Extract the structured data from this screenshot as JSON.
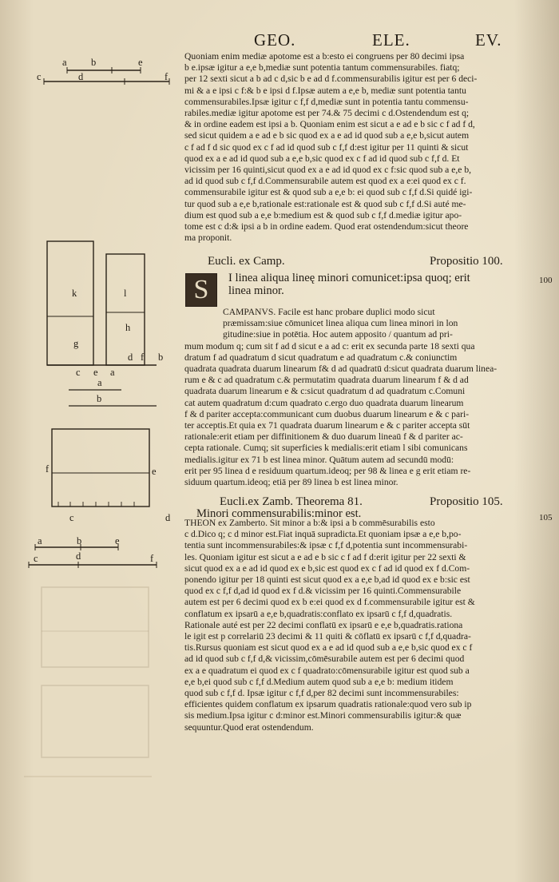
{
  "header": {
    "left": "GEO.",
    "center": "ELE.",
    "right": "EV."
  },
  "block1": {
    "lines": [
      "Quoniam enim mediæ apotome est a b:esto ei congruens per 80 decimi ipsa",
      "b e.ipsæ igitur a e,e b,mediæ sunt potentia tantum commensurabiles. fiatq;",
      "per 12 sexti sicut a b ad c d,sic b e ad d f.commensurabilis igitur est per 6 deci-",
      "mi & a e ipsi c f:& b e ipsi d f.Ipsæ autem a e,e b, mediæ sunt potentia tantu",
      "commensurabiles.Ipsæ igitur c f,f d,mediæ sunt in potentia tantu commensu-",
      "rabiles.mediæ igitur apotome est per 74.& 75 decimi c d.Ostendendum est q;",
      "& in ordine eadem est ipsi a b. Quoniam enim est sicut a e ad e b sic c f ad f d,",
      "sed sicut quidem a e ad e b sic quod ex a e ad id quod sub a e,e b,sicut autem",
      "c f ad f d sic quod ex c f ad id quod sub c f,f d:est igitur per 11 quinti & sicut",
      "quod ex a e ad id quod sub a e,e b,sic quod ex c f ad id quod sub c f,f d. Et",
      "vicissim per 16 quinti,sicut quod ex a e ad id quod ex c f:sic quod sub a e,e b,",
      "ad id quod sub c f,f d.Commensurabile autem est quod ex a e:ei quod ex c f.",
      "commensurabile igitur est & quod sub a e,e b: ei quod sub c f,f d.Si quidé igi-",
      "tur quod sub a e,e b,rationale est:rationale est & quod sub c f,f d.Si auté me-",
      "dium est quod sub a e,e b:medium est & quod sub c f,f d.mediæ igitur apo-",
      "tome est c d:& ipsi a b in ordine eadem. Quod erat ostendendum:sicut theore",
      "ma proponit."
    ]
  },
  "section1": {
    "left": "Eucli. ex Camp.",
    "right": "Propositio 100."
  },
  "prop1": {
    "drop_cap": "S",
    "lines": [
      "I linea aliqua lineę minori comunicet:ipsa quoq; erit",
      "linea minor."
    ],
    "margin_number": "100"
  },
  "block2": {
    "lines": [
      "CAMPANVS. Facile est hanc probare duplici modo sicut",
      "præmissam:siue cōmunicet linea aliqua cum linea minori in lon",
      "gitudine:siue in potētia. Hoc autem apposito / quantum ad pri-",
      "mum modum q; cum sit f ad d sicut e a ad c: erit ex secunda parte 18 sexti qua",
      "dratum f ad quadratum d sicut quadratum e ad quadratum c.& coniunctim",
      "quadrata quadrata duarum linearum f& d ad quadratū d:sicut quadrata duarum linea-",
      "rum e & c ad quadratum c.& permutatim quadrata duarum linearum f & d ad",
      "quadrata duarum linearum e & c:sicut quadratum d ad quadratum c.Comuni",
      "cat autem quadratum d:cum quadrato c.ergo duo quadrata duarum linearum",
      "f & d pariter accepta:communicant cum duobus duarum linearum e & c pari-",
      "ter acceptis.Et quia ex 71 quadrata duarum linearum e & c pariter accepta sūt",
      "rationale:erit etiam per diffinitionem & duo duarum lineaū f & d pariter ac-",
      "cepta rationale. Cumq; sit superficies k medialis:erit etiam l sibi comunicans",
      "medialis.igitur ex 71 b est linea minor. Quātum autem ad secundū modū:",
      "erit per 95 linea d e residuum quartum.ideoq; per 98 & linea e g erit etiam re-",
      "siduum quartum.ideoq; etiā per 89 linea b est linea minor."
    ]
  },
  "section2": {
    "left": "Eucli.ex Zamb. Theorema 81.",
    "right": "Propositio 105."
  },
  "prop2": {
    "text": "Minori commensurabilis:minor est.",
    "margin_number": "105"
  },
  "block3": {
    "lines": [
      "THEON ex Zamberto. Sit minor a b:& ipsi a b commēsurabilis esto",
      "c d.Dico q; c d minor est.Fiat inquā supradicta.Et quoniam ipsæ a e,e b,po-",
      "tentia sunt incommensurabiles:& ipsæ c f,f d,potentia sunt incommensurabi-",
      "les. Quoniam igitur est sicut a e ad e b sic c f ad f d:erit igitur per 22 sexti &",
      "sicut quod ex a e ad id quod ex e b,sic est quod ex c f ad id quod ex f d.Com-",
      "ponendo igitur per 18 quinti est sicut quod ex a e,e b,ad id quod ex e b:sic est",
      "quod ex c f,f d,ad id quod ex f d.& vicissim per 16 quinti.Commensurabile",
      "autem est per 6 decimi quod ex b e:ei quod ex d f.commensurabile igitur est &",
      "conflatum ex ipsarū a e,e b,quadratis:conflato ex ipsarū c f,f d,quadratis.",
      "Rationale auté est per 22 decimi conflatū ex ipsarū e e,e b,quadratis.rationa",
      "le igit est p correlariū 23 decimi & 11 quiti & cōflatū ex ipsarū c f,f d,quadra-",
      "tis.Rursus quoniam est sicut quod ex a e ad id quod sub a e,e b,sic quod ex c f",
      "ad id quod sub c f,f d,& vicissim,cōmēsurabile autem est per 6 decimi quod",
      "ex a e quadratum ei quod ex c f quadrato:cōmensurabile igitur est quod sub a",
      "e,e b,ei quod sub c f,f d.Medium autem quod sub a e,e b: medium itidem",
      "quod sub c f,f d. Ipsæ igitur c f,f d,per 82 decimi sunt incommensurabiles:",
      "efficientes quidem conflatum ex ipsarum quadratis rationale:quod vero sub ip",
      "sis medium.Ipsa igitur c d:minor est.Minori commensurabilis igitur:& quæ",
      "sequuntur.Quod erat ostendendum."
    ]
  },
  "figures": {
    "fig1": {
      "top_labels": [
        "a",
        "b",
        "e"
      ],
      "bottom_labels": [
        "c",
        "d",
        "f"
      ]
    },
    "fig2": {
      "left_rect_label_top": "k",
      "left_rect_label_bottom": "g",
      "right_rect_label_top": "l",
      "right_rect_label_bottom": "h",
      "side_labels": [
        "d",
        "f",
        "b"
      ],
      "bottom_row": [
        "c",
        "e",
        "a"
      ],
      "line_a": "a",
      "line_b": "b"
    },
    "fig3": {
      "left": "f",
      "right": "e",
      "bottom_left": "c",
      "bottom_right": "d"
    },
    "fig4": {
      "top_labels": [
        "a",
        "b",
        "e"
      ],
      "bottom_labels": [
        "c",
        "d",
        "f"
      ]
    }
  }
}
